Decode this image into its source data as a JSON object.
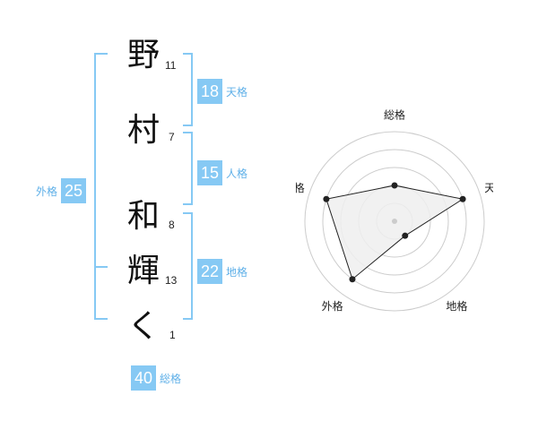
{
  "name_chars": [
    {
      "char": "野",
      "strokes": "11"
    },
    {
      "char": "村",
      "strokes": "7"
    },
    {
      "char": "和",
      "strokes": "8"
    },
    {
      "char": "輝",
      "strokes": "13"
    },
    {
      "char": "く",
      "strokes": "1"
    }
  ],
  "kakusu": {
    "tenkaku": {
      "label": "天格",
      "value": "18"
    },
    "jinkaku": {
      "label": "人格",
      "value": "15"
    },
    "chikaku": {
      "label": "地格",
      "value": "22"
    },
    "gaikaku": {
      "label": "外格",
      "value": "25"
    },
    "soukaku": {
      "label": "総格",
      "value": "40"
    }
  },
  "colors": {
    "accent": "#86c9f4",
    "accent_text": "#5fb0e8",
    "bracket": "#86c9f4",
    "radar_fill": "#eeeeee",
    "radar_line": "#222222",
    "radar_grid": "#cccccc"
  },
  "chart_data": {
    "type": "radar",
    "axes": [
      "総格",
      "天格",
      "地格",
      "外格",
      "人格"
    ],
    "values": [
      2,
      4,
      1,
      4,
      4
    ],
    "max": 5
  }
}
